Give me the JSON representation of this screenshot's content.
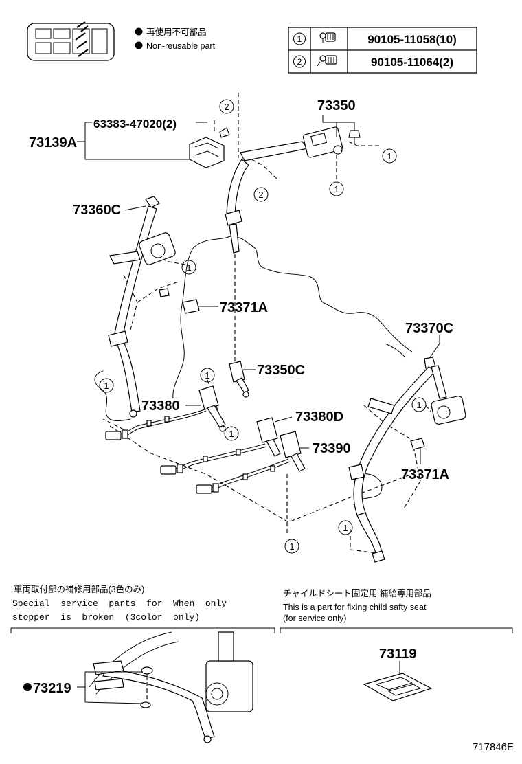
{
  "legend": {
    "non_reusable_jp": "再使用不可部品",
    "non_reusable_en": "Non-reusable part"
  },
  "fastener_table": [
    {
      "ref": "1",
      "part": "90105-11058(10)",
      "icon": "bolt-icon"
    },
    {
      "ref": "2",
      "part": "90105-11064(2)",
      "icon": "bolt-icon"
    }
  ],
  "callouts": {
    "c63383": "63383-47020(2)",
    "c73139A": "73139A",
    "c73350": "73350",
    "c73360C": "73360C",
    "c73371A_left": "73371A",
    "c73370C": "73370C",
    "c73350C": "73350C",
    "c73380": "73380",
    "c73380D": "73380D",
    "c73390": "73390",
    "c73371A_right": "73371A"
  },
  "ref_markers": {
    "one": "1",
    "two": "2"
  },
  "bottom_left": {
    "title_jp": "車両取付部の補修用部品(3色のみ)",
    "line1": "Special  service  parts  for  When  only",
    "line2": "stopper  is  broken  (3color  only)",
    "part": "73219"
  },
  "bottom_right": {
    "title_jp": "チャイルドシート固定用  補給専用部品",
    "line1": "This is a part for fixing child safty seat",
    "line2": "(for service only)",
    "part": "73119"
  },
  "figure_id": "717846E"
}
